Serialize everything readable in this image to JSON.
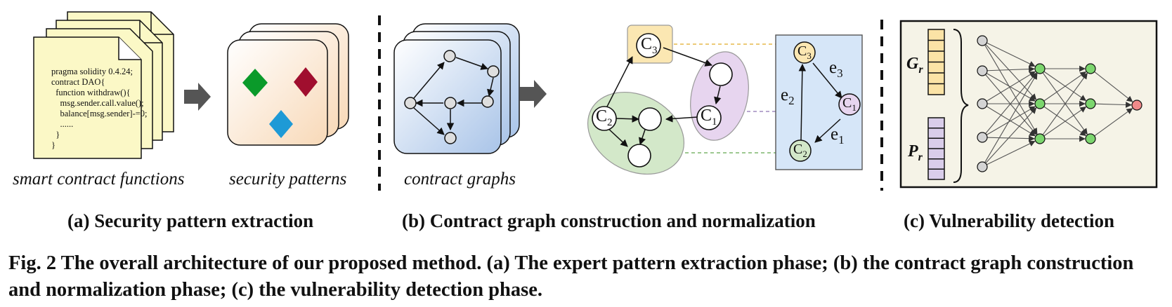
{
  "code": {
    "lines": [
      "pragma solidity 0.4.24;",
      "contract DAO{",
      "  function withdraw(){",
      "    msg.sender.call.value();",
      "    balance[msg.sender]-=0;",
      "    ......",
      "  }",
      "}"
    ]
  },
  "labels": {
    "functions": "smart contract functions",
    "patterns": "security patterns",
    "graphs": "contract graphs"
  },
  "nodes": {
    "c1": "C",
    "c1_sub": "1",
    "c2": "C",
    "c2_sub": "2",
    "c3": "C",
    "c3_sub": "3"
  },
  "edges": {
    "e1": "e",
    "e1_sub": "1",
    "e2": "e",
    "e2_sub": "2",
    "e3": "e",
    "e3_sub": "3"
  },
  "detection": {
    "g_label": "G",
    "g_sub": "r",
    "p_label": "P",
    "p_sub": "r"
  },
  "subcaptions": {
    "a": "(a) Security pattern extraction",
    "b": "(b) Contract graph construction and normalization",
    "c": "(c) Vulnerability detection"
  },
  "caption": "Fig. 2 The overall architecture of our proposed method. (a) The expert pattern extraction phase; (b) the contract graph construction and normalization phase; (c) the vulnerability detection phase.",
  "colors": {
    "paper": "#fbf8c6",
    "pattern_green": "#0a9a2a",
    "pattern_red": "#a00e2e",
    "pattern_blue": "#1e9ad6",
    "c3_fill": "#fbe7b2",
    "c1_group": "#e7d5ef",
    "c2_group": "#d3e8c9",
    "norm_box": "#d6e6f8",
    "output_node": "#f08a8a",
    "hidden_node": "#7cd66e"
  }
}
